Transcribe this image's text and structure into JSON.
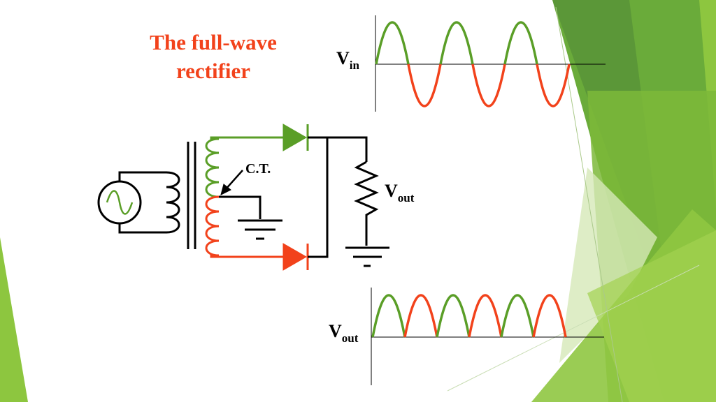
{
  "slide": {
    "title_line1": "The full-wave",
    "title_line2": "rectifier"
  },
  "labels": {
    "v": "V",
    "in_sub": "in",
    "out_sub": "out",
    "center_tap": "C.T."
  },
  "colors": {
    "title": "#f2421b",
    "positive_half": "#5a9e27",
    "negative_half": "#f2421b",
    "wire": "#000000",
    "accent_dark_green": "#4f8f2e",
    "accent_light_green": "#8dc63f"
  },
  "waveforms": {
    "input": {
      "type": "sine",
      "full_cycles": 3,
      "shape": "alternating positive/negative half-cycles"
    },
    "output": {
      "type": "full-wave rectified",
      "humps": 6
    }
  }
}
